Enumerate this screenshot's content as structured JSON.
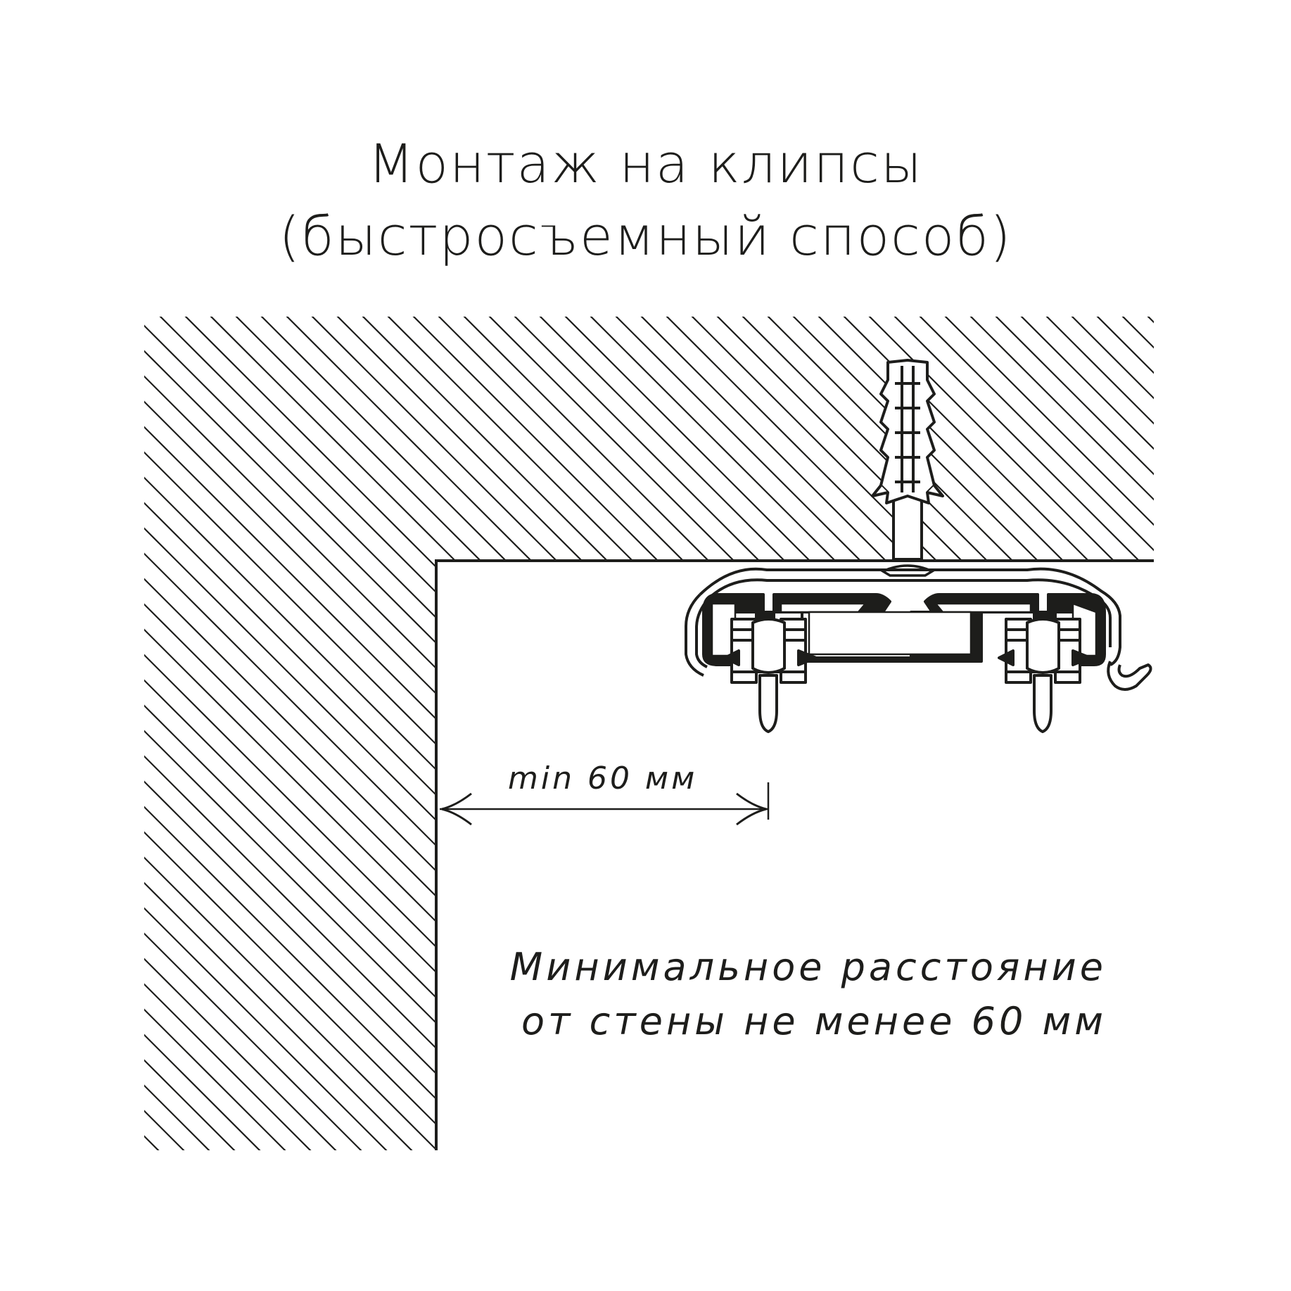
{
  "title": {
    "line1": "Монтаж на клипсы",
    "line2": "(быстросъемный способ)"
  },
  "dimension": {
    "label": "min 60 мм"
  },
  "note": {
    "line1": "Минимальное расстояние",
    "line2": "от стены не менее 60 мм"
  },
  "colors": {
    "ink": "#1d1d1b",
    "background": "#ffffff"
  }
}
